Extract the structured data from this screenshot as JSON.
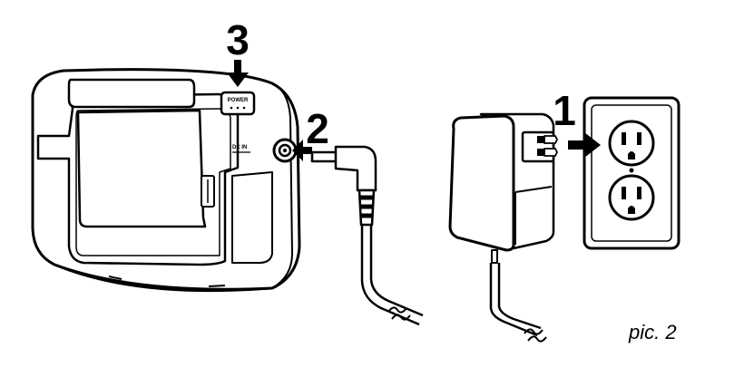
{
  "steps": [
    {
      "number": "1",
      "target": "wall-outlet"
    },
    {
      "number": "2",
      "target": "device-dc-jack"
    },
    {
      "number": "3",
      "target": "power-button"
    }
  ],
  "device": {
    "button_label": "POWER",
    "jack_label": "DC IN"
  },
  "caption": "pic. 2",
  "colors": {
    "line": "#000000",
    "fill": "#ffffff",
    "gray": "#9a9a9a"
  }
}
